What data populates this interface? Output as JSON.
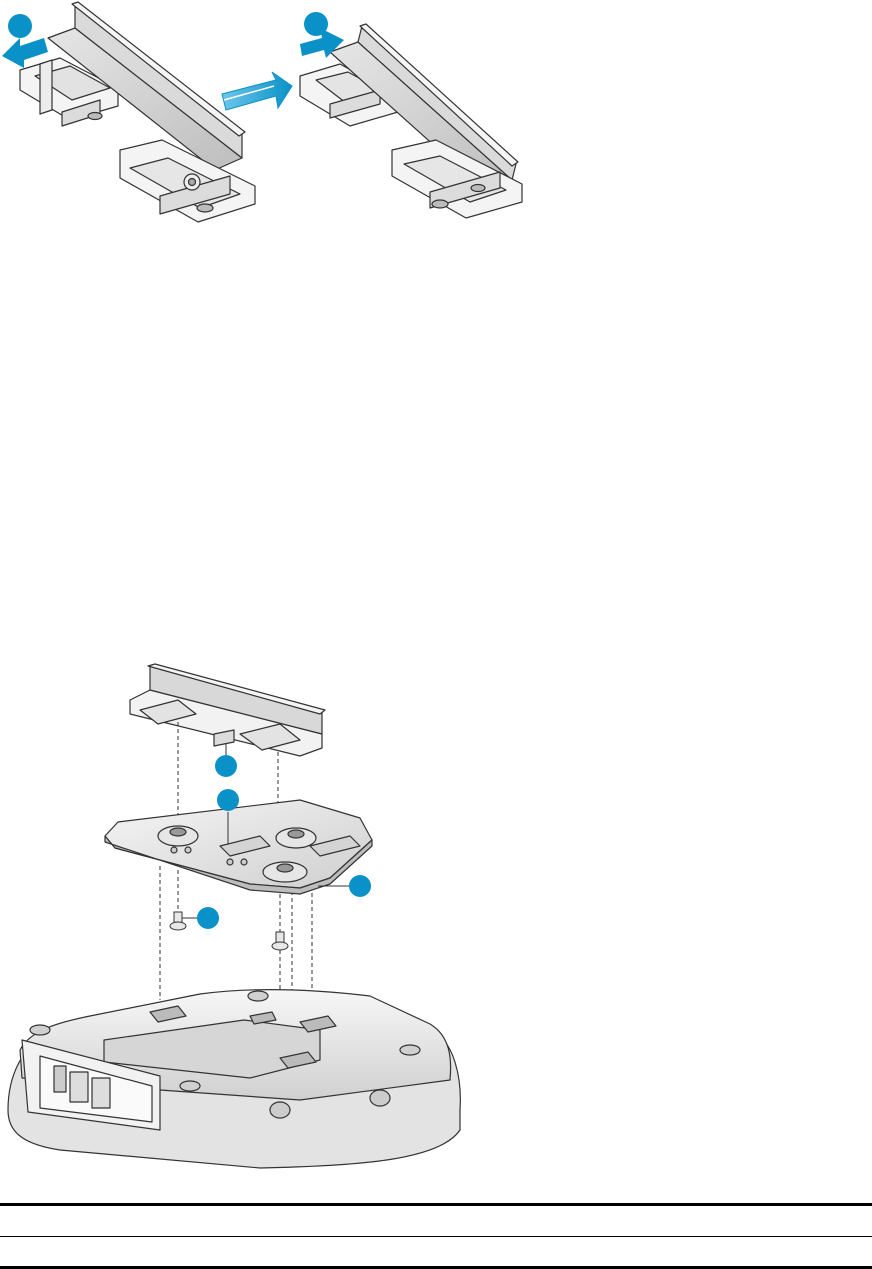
{
  "colors": {
    "accent_blue": "#0a91c8",
    "line": "#333333",
    "metal_light": "#f2f2f2",
    "metal_mid": "#d6d6d6",
    "metal_dark": "#b8b8b8"
  },
  "figures": [
    {
      "callouts": 2,
      "arrows": 3
    },
    {
      "callouts": 4
    }
  ],
  "table": {
    "rows": 2
  }
}
